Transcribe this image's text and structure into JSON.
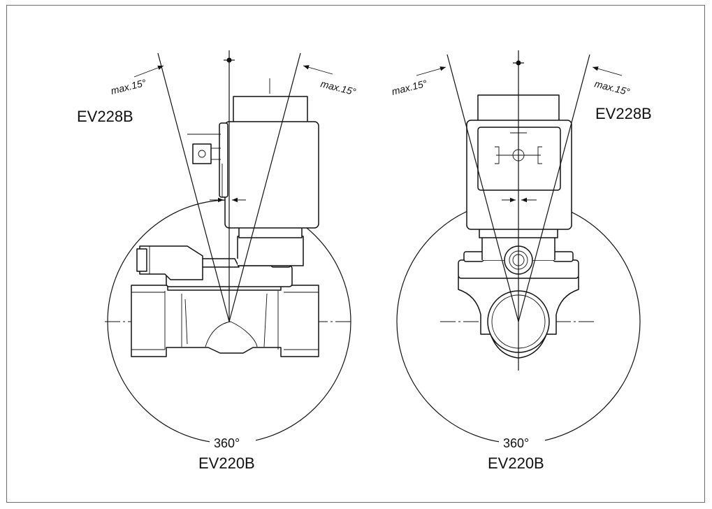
{
  "left_view": {
    "top_label": "EV228B",
    "bottom_label": "EV220B",
    "angle_left": "max.15°",
    "angle_right": "max.15°",
    "rotation": "360°"
  },
  "right_view": {
    "top_label": "EV228B",
    "bottom_label": "EV220B",
    "angle_left": "max.15°",
    "angle_right": "max.15°",
    "rotation": "360°"
  }
}
